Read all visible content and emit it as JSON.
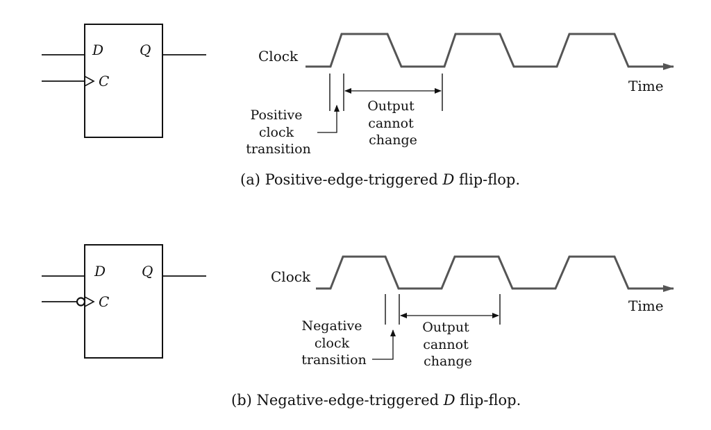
{
  "diagram_a": {
    "ff": {
      "input_d": "D",
      "input_c": "C",
      "output_q": "Q"
    },
    "clock_label": "Clock",
    "time_label": "Time",
    "transition_label": [
      "Positive",
      "clock",
      "transition"
    ],
    "output_label": [
      "Output",
      "cannot",
      "change"
    ],
    "caption": {
      "prefix": "(a) Positive-edge-triggered ",
      "italic": "D",
      "suffix": " flip-flop."
    }
  },
  "diagram_b": {
    "ff": {
      "input_d": "D",
      "input_c": "C",
      "output_q": "Q"
    },
    "clock_label": "Clock",
    "time_label": "Time",
    "transition_label": [
      "Negative",
      "clock",
      "transition"
    ],
    "output_label": [
      "Output",
      "cannot",
      "change"
    ],
    "caption": {
      "prefix": "(b) Negative-edge-triggered ",
      "italic": "D",
      "suffix": " flip-flop."
    }
  }
}
